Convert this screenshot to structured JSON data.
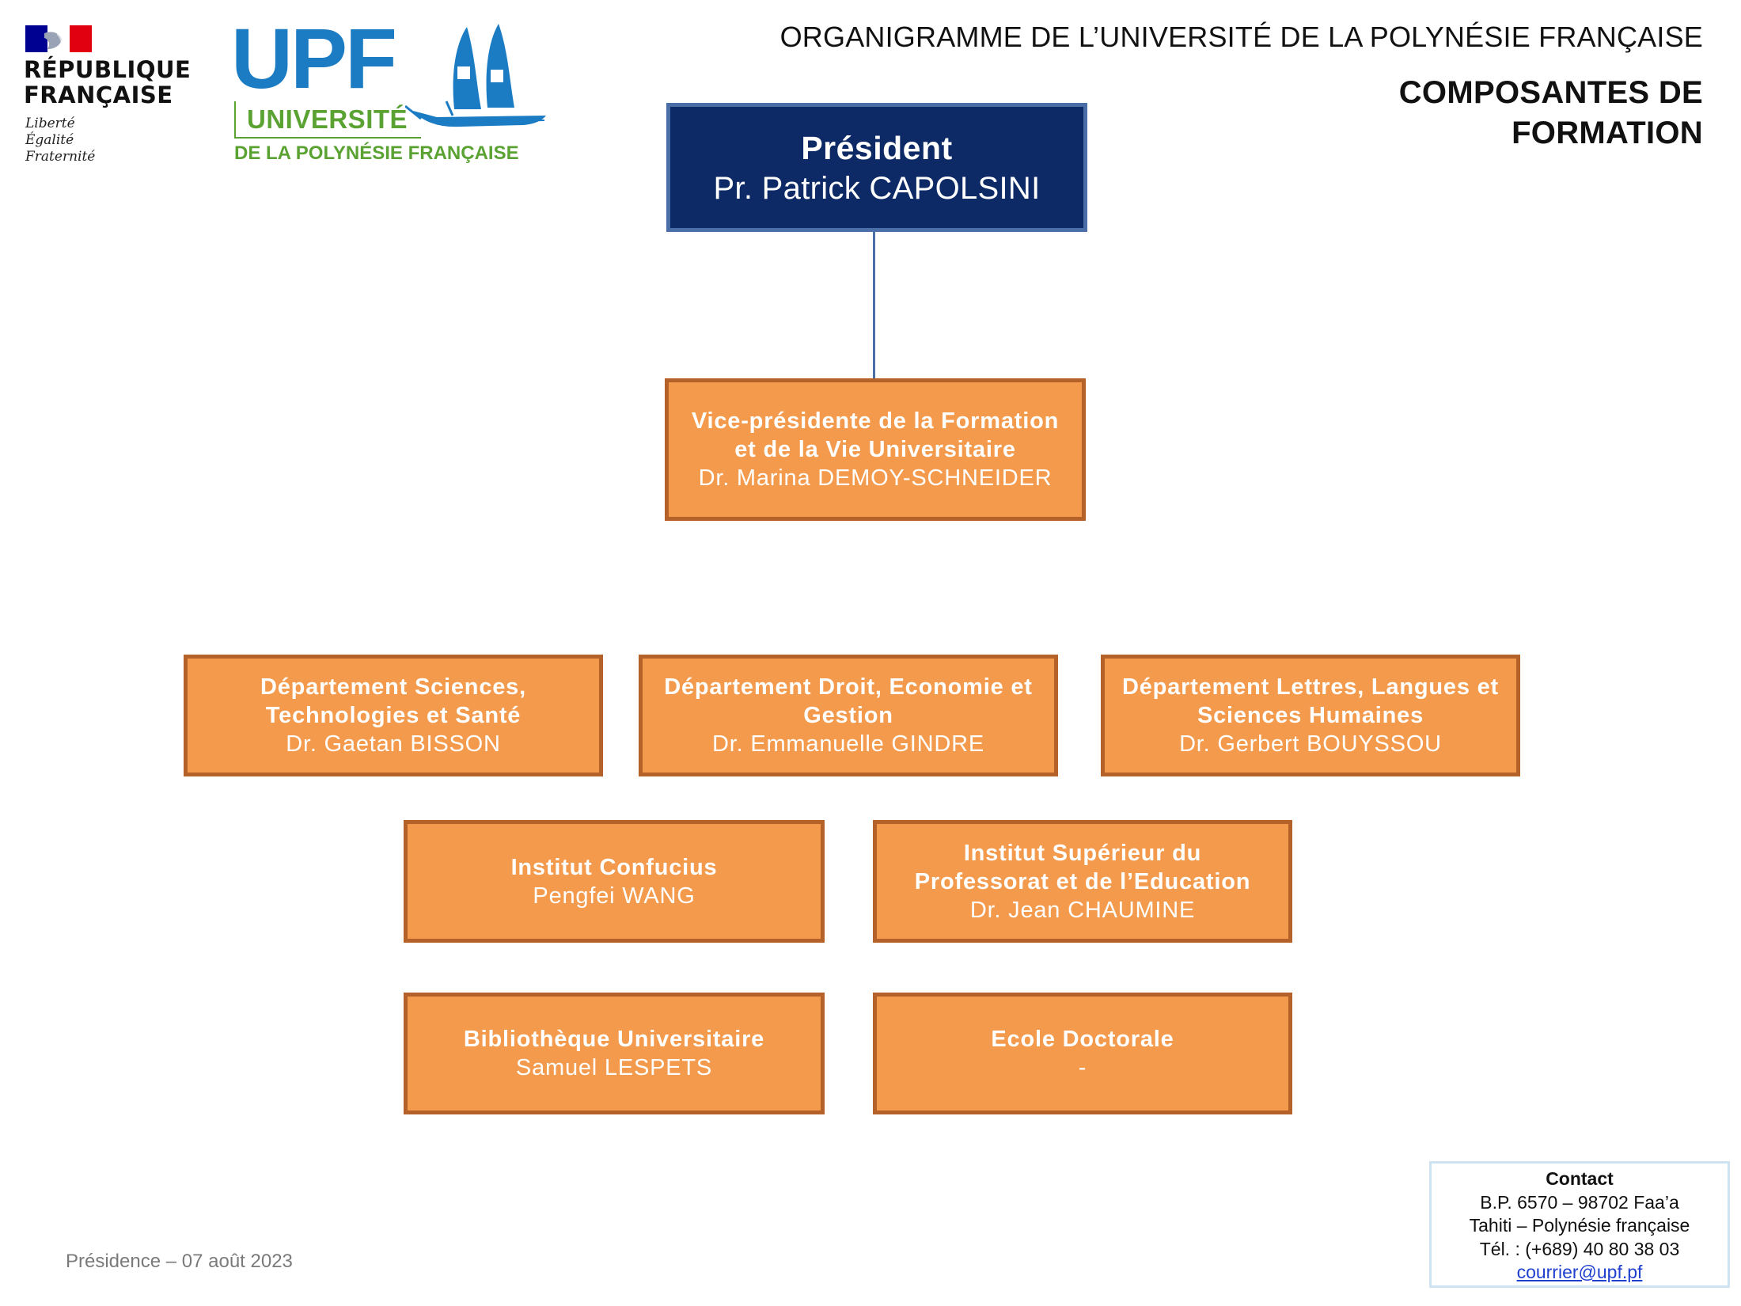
{
  "logos": {
    "rf": {
      "name_line1": "RÉPUBLIQUE",
      "name_line2": "FRANÇAISE",
      "motto": [
        "Liberté",
        "Égalité",
        "Fraternité"
      ],
      "colors": {
        "blue": "#000091",
        "red": "#e1000f"
      }
    },
    "upf": {
      "acronym": "UPF",
      "line1": "UNIVERSITÉ",
      "line2": "DE LA POLYNÉSIE FRANÇAISE",
      "colors": {
        "blue": "#1b7cc4",
        "green": "#5aa333"
      }
    }
  },
  "header": {
    "title": "ORGANIGRAMME DE L’UNIVERSITÉ DE LA POLYNÉSIE FRANÇAISE",
    "section_line1": "COMPOSANTES DE",
    "section_line2": "FORMATION"
  },
  "president": {
    "title": "Président",
    "name": "Pr. Patrick CAPOLSINI"
  },
  "vice_president": {
    "title_line1": "Vice-présidente de la Formation",
    "title_line2": "et de la Vie Universitaire",
    "name": "Dr. Marina DEMOY-SCHNEIDER"
  },
  "departments": [
    {
      "title_line1": "Département Sciences,",
      "title_line2": "Technologies et Santé",
      "name": "Dr. Gaetan BISSON"
    },
    {
      "title_line1": "Département Droit, Economie et",
      "title_line2": "Gestion",
      "name": "Dr. Emmanuelle GINDRE"
    },
    {
      "title_line1": "Département Lettres, Langues et",
      "title_line2": "Sciences Humaines",
      "name": "Dr. Gerbert BOUYSSOU"
    }
  ],
  "institutes": [
    {
      "title": "Institut Confucius",
      "name": "Pengfei WANG"
    },
    {
      "title_line1": "Institut Supérieur du",
      "title_line2": "Professorat et de l’Education",
      "name": "Dr. Jean CHAUMINE"
    }
  ],
  "services": [
    {
      "title": "Bibliothèque Universitaire",
      "name": "Samuel LESPETS"
    },
    {
      "title": "Ecole Doctorale",
      "name": "-"
    }
  ],
  "footer": {
    "note": "Présidence – 07 août 2023"
  },
  "contact": {
    "title": "Contact",
    "line1": "B.P. 6570 – 98702 Faa’a",
    "line2": "Tahiti – Polynésie française",
    "line3": "Tél. : (+689) 40 80 38 03",
    "email": "courrier@upf.pf"
  },
  "colors": {
    "president_fill": "#0d2a66",
    "box_fill": "#f39a4c",
    "box_border": "#b5622a",
    "connector": "#4a6fa8"
  }
}
